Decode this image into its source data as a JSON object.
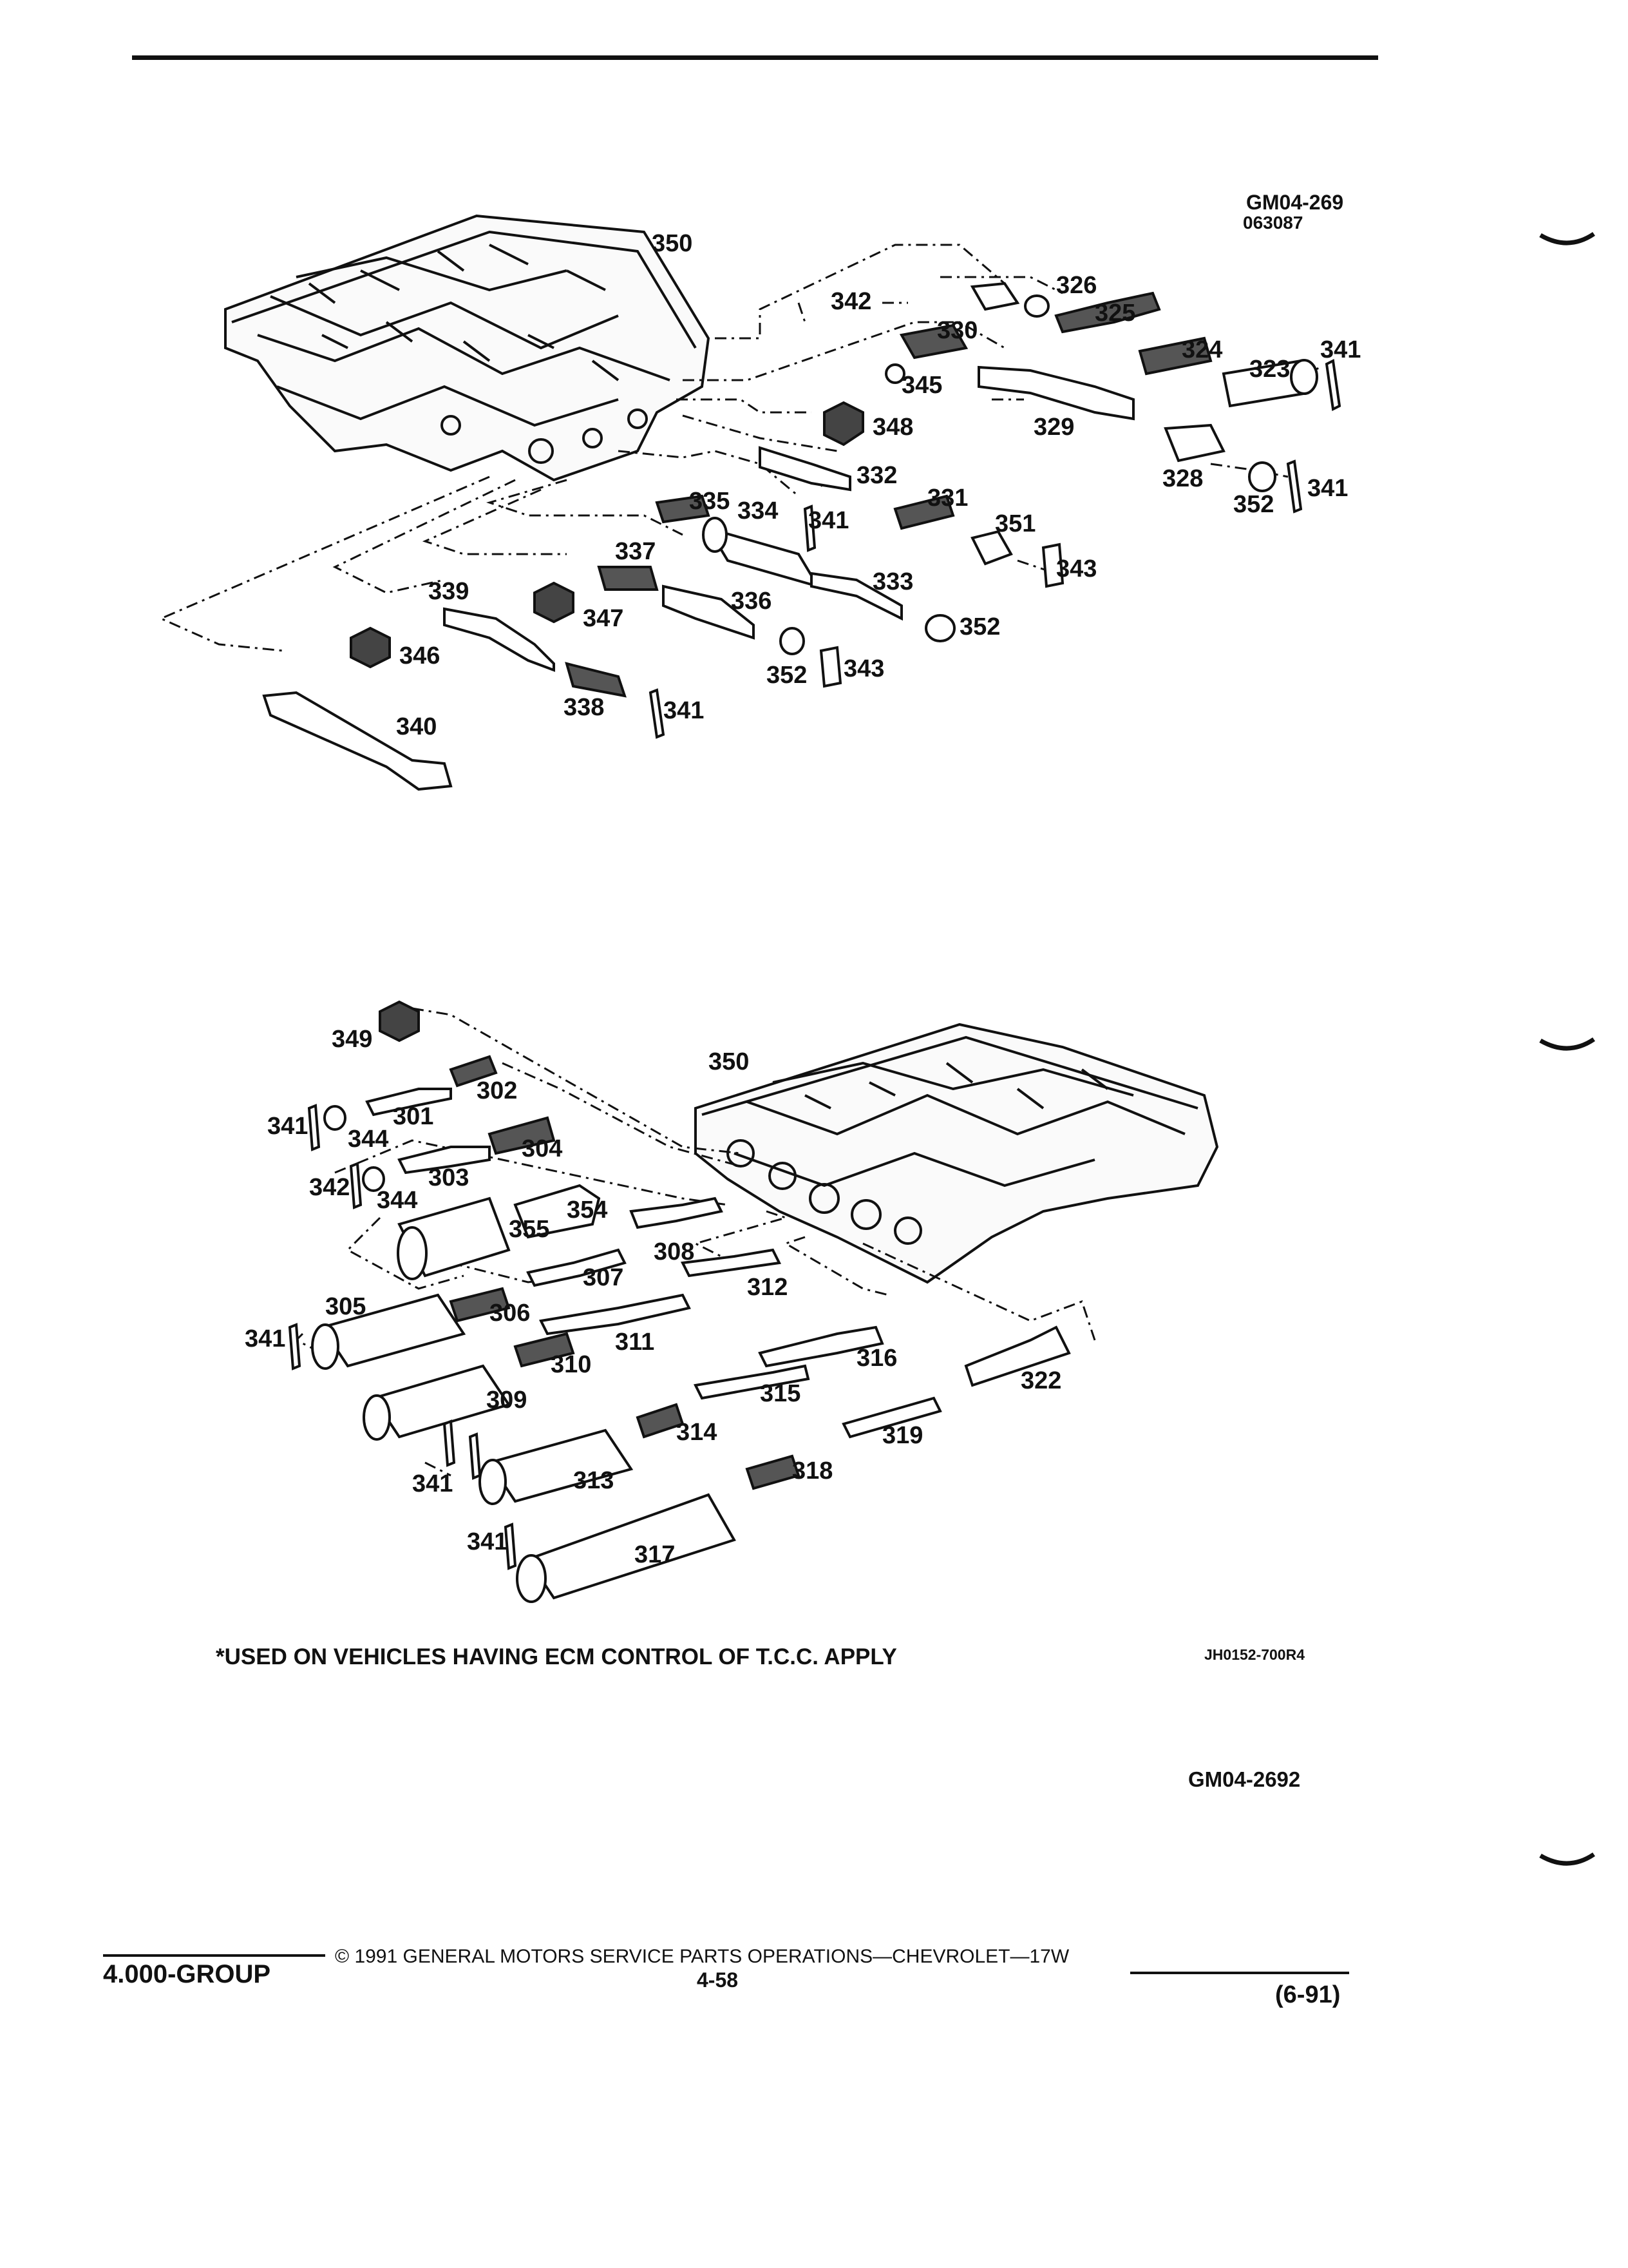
{
  "top_figure": {
    "figure_id": "GM04-269",
    "figure_code": "063087",
    "callouts": [
      "350",
      "326",
      "342",
      "325",
      "330",
      "324",
      "323",
      "341",
      "345",
      "348",
      "329",
      "328",
      "352",
      "341",
      "332",
      "335",
      "334",
      "341",
      "331",
      "351",
      "343",
      "337",
      "333",
      "352",
      "339",
      "336",
      "347",
      "352",
      "343",
      "346",
      "338",
      "341",
      "340"
    ]
  },
  "bottom_figure": {
    "callouts": [
      "349",
      "302",
      "350",
      "341",
      "301",
      "344",
      "304",
      "342",
      "303",
      "344",
      "354",
      "355",
      "308",
      "307",
      "312",
      "305",
      "306",
      "341",
      "311",
      "310",
      "316",
      "322",
      "309",
      "315",
      "314",
      "319",
      "341",
      "313",
      "318",
      "341",
      "317"
    ]
  },
  "footnote": "*USED ON VEHICLES HAVING ECM CONTROL OF T.C.C. APPLY",
  "drawing_code": "JH0152-700R4",
  "bottom_figure_id": "GM04-2692",
  "footer": {
    "group": "4.000-GROUP",
    "copyright": "© 1991 GENERAL MOTORS SERVICE PARTS OPERATIONS—CHEVROLET—17W",
    "page_number": "4-58",
    "date": "(6-91)"
  }
}
